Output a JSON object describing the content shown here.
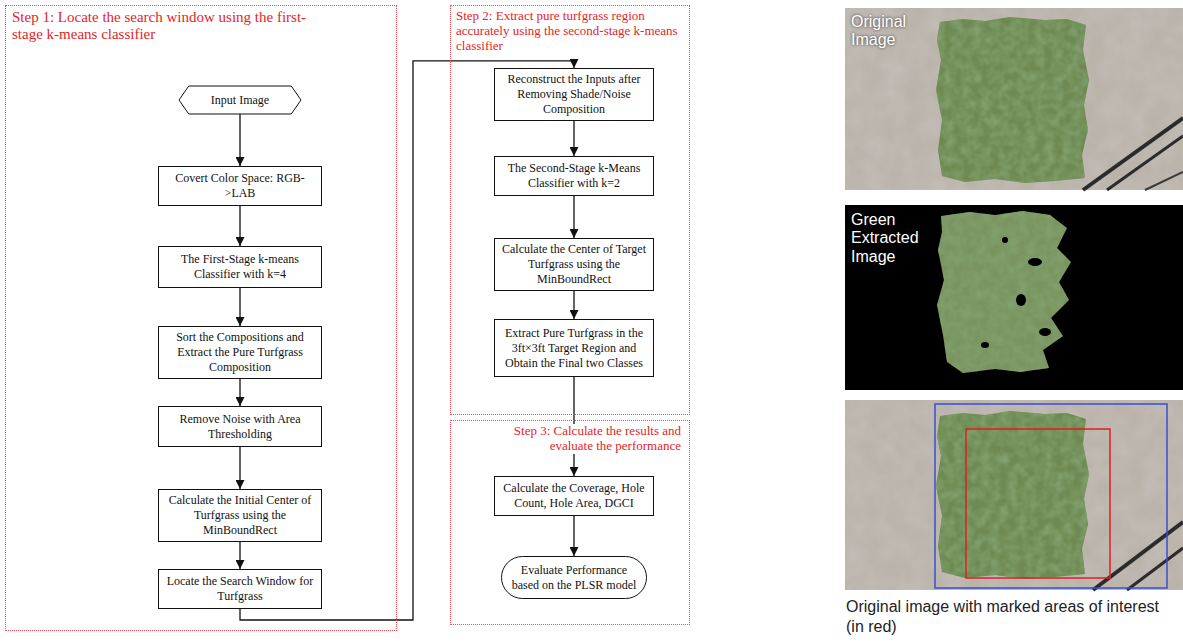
{
  "diagram": {
    "caption": "Original image with marked areas of interest (in red)",
    "nodes": [
      {
        "text": [
          "Step 1: Locate the search window using the first-stage k-means classifier"
        ]
      },
      {
        "text": [
          "Input Image"
        ],
        "in": 0
      },
      {
        "text": [
          "Covert Color Space: RGB->LAB"
        ],
        "in": 0
      },
      {
        "text": [
          "The First-Stage k-means Classifier with k=4"
        ],
        "in": 0
      },
      {
        "text": [
          "Sort the Compositions and Extract the Pure Turfgrass Composition"
        ],
        "in": 0
      },
      {
        "text": [
          "Remove Noise with Area Thresholding"
        ],
        "in": 0
      },
      {
        "text": [
          "Calculate the Initial Center of Turfgrass using the MinBoundRect"
        ],
        "in": 0
      },
      {
        "text": [
          "Locate the Search Window for Turfgrass"
        ],
        "in": 0
      },
      {
        "text": [
          "Step 2: Extract pure turfgrass region accurately using the second-stage k-means classifier"
        ]
      },
      {
        "text": [
          "Reconstruct the Inputs after Removing Shade/Noise Composition"
        ],
        "in": 8
      },
      {
        "text": [
          "The Second-Stage k-Means Classifier with k=2"
        ],
        "in": 8
      },
      {
        "text": [
          "Calculate the Center of Target Turfgrass using the MinBoundRect"
        ],
        "in": 8
      },
      {
        "text": [
          "Extract Pure Turfgrass in the 3ft×3ft Target Region and Obtain the Final two Classes"
        ],
        "in": 8
      },
      {
        "text": [
          "Step 3: Calculate the results and evaluate the performance"
        ]
      },
      {
        "text": [
          "Calculate the Coverage, Hole Count, Hole Area, DGCI"
        ],
        "in": 13
      },
      {
        "text": [
          "Evaluate Performance based on the PLSR model"
        ],
        "in": 13
      }
    ],
    "edges": [
      {
        "from": 1,
        "to": 2,
        "arrow": "to"
      },
      {
        "from": 2,
        "to": 3,
        "arrow": "to"
      },
      {
        "from": 3,
        "to": 4,
        "arrow": "to"
      },
      {
        "from": 4,
        "to": 5,
        "arrow": "to"
      },
      {
        "from": 5,
        "to": 6,
        "arrow": "to"
      },
      {
        "from": 6,
        "to": 7,
        "arrow": "to"
      },
      {
        "from": 7,
        "to": 9,
        "arrow": "to"
      },
      {
        "from": 9,
        "to": 10,
        "arrow": "to"
      },
      {
        "from": 10,
        "to": 11,
        "arrow": "to"
      },
      {
        "from": 11,
        "to": 12,
        "arrow": "to"
      },
      {
        "from": 12,
        "to": 14,
        "arrow": "to"
      },
      {
        "from": 14,
        "to": 15,
        "arrow": "to"
      }
    ],
    "labels": [
      "Original Image",
      "Green Extracted Image"
    ]
  }
}
